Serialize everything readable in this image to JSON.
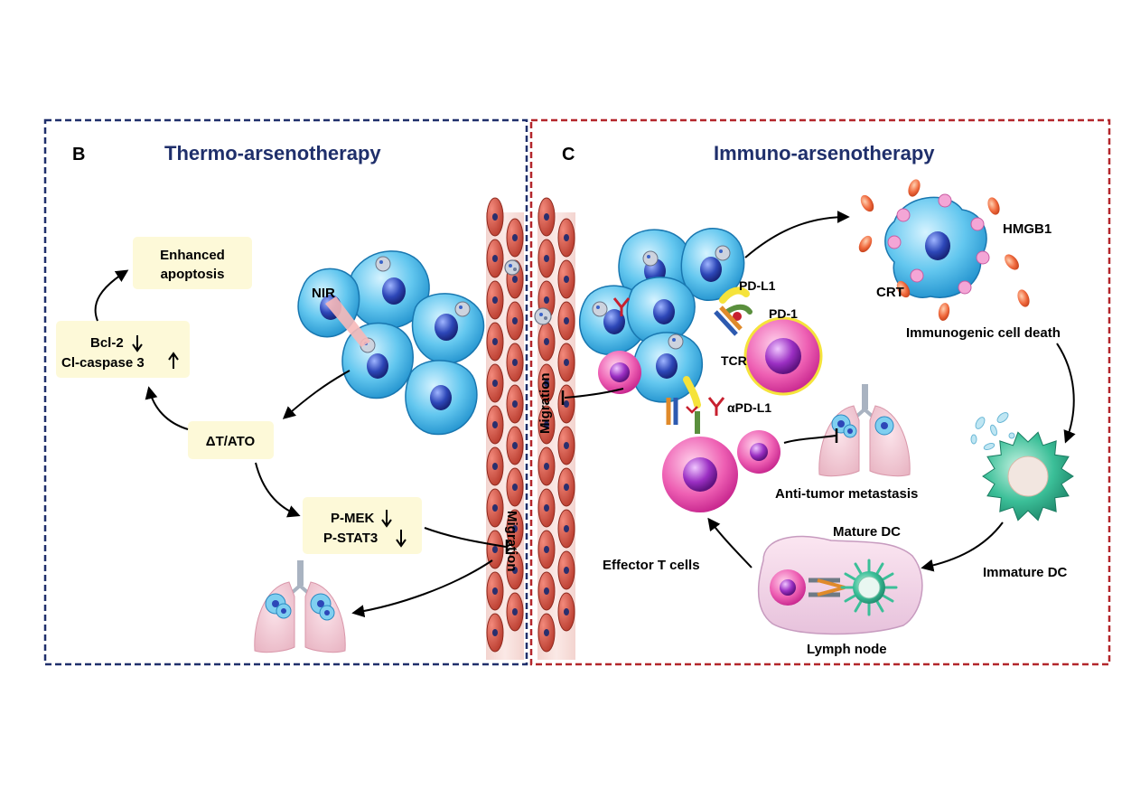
{
  "panel_b": {
    "letter": "B",
    "title": "Thermo-arsenotherapy",
    "nir": "NIR",
    "box_apoptosis": [
      "Enhanced",
      "apoptosis"
    ],
    "box_bcl": [
      "Bcl-2",
      "Cl-caspase 3"
    ],
    "box_dt": "ΔT/ATO",
    "box_mek": [
      "P-MEK",
      "P-STAT3"
    ],
    "migration": "Migration"
  },
  "panel_c": {
    "letter": "C",
    "title": "Immuno-arsenotherapy",
    "migration": "Migration",
    "pdl1": "PD-L1",
    "pd1": "PD-1",
    "tcr": "TCR",
    "apdl1": "αPD-L1",
    "hmgb1": "HMGB1",
    "crt": "CRT",
    "icd": "Immunogenic cell death",
    "anti_tumor": "Anti-tumor metastasis",
    "mature_dc": "Mature DC",
    "immature_dc": "Immature DC",
    "effector": "Effector T cells",
    "lymph": "Lymph node"
  },
  "colors": {
    "panel_b_border": "#1f2f6b",
    "panel_c_border": "#b3262b",
    "title": "#1f2f6b",
    "box_fill": "#fdf9d8"
  }
}
